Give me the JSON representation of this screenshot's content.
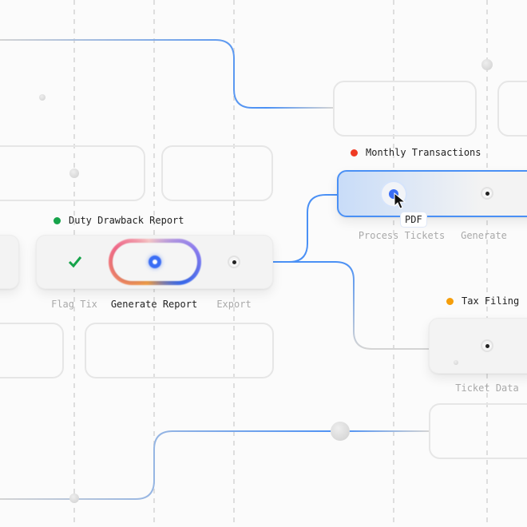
{
  "colors": {
    "accent": "#3b82f6",
    "green": "#16a34a",
    "red": "#ef3b24",
    "orange": "#f59e0b"
  },
  "cards": {
    "duty": {
      "title": "Duty Drawback Report",
      "steps": [
        "Flag Tix",
        "Generate Report",
        "Export"
      ],
      "status_color": "#16a34a",
      "icons": [
        "check-icon",
        "active-node-icon",
        "node-icon"
      ]
    },
    "monthly": {
      "title": "Monthly Transactions",
      "steps": [
        "Process Tickets",
        "Generate"
      ],
      "status_color": "#ef3b24",
      "tooltip": "PDF"
    },
    "tax": {
      "title": "Tax Filing",
      "steps": [
        "Ticket Data"
      ],
      "status_color": "#f59e0b"
    }
  }
}
